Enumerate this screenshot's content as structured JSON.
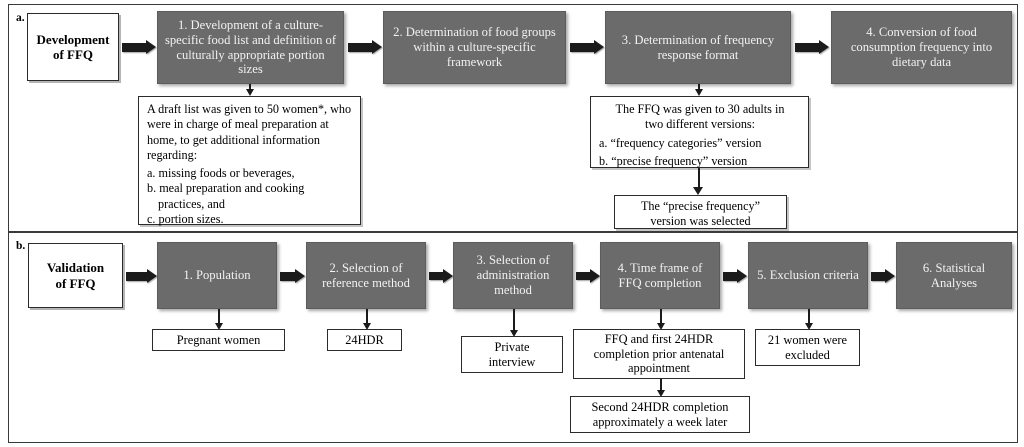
{
  "figure": {
    "panels": [
      {
        "letter": "a.",
        "entry_label": "Development\nof FFQ"
      },
      {
        "letter": "b.",
        "entry_label": "Validation\nof FFQ"
      }
    ]
  },
  "panel_a": {
    "entry": {
      "line1": "Development",
      "line2": "of FFQ"
    },
    "steps": [
      {
        "id": "a1",
        "text": "1. Development of a culture-specific food list and definition of culturally appropriate portion sizes"
      },
      {
        "id": "a2",
        "text": "2. Determination of food groups within a culture-specific framework"
      },
      {
        "id": "a3",
        "text": "3. Determination of frequency response format"
      },
      {
        "id": "a4",
        "text": "4. Conversion of food consumption frequency into dietary data"
      }
    ],
    "note_a1": {
      "paragraph": "A draft list was given to 50 women*, who were in charge of meal preparation at home, to get additional information regarding:",
      "items": [
        "a. missing foods or beverages,",
        "b. meal preparation and cooking",
        "practices, and",
        "c. portion sizes."
      ]
    },
    "note_a3": {
      "paragraph_line1": "The FFQ was given to 30 adults in",
      "paragraph_line2": "two different versions:",
      "items": [
        "a. “frequency categories” version",
        "b. “precise frequency” version"
      ]
    },
    "note_a3_result": {
      "line1": "The “precise frequency”",
      "line2": "version was selected"
    }
  },
  "panel_b": {
    "entry": {
      "line1": "Validation",
      "line2": "of FFQ"
    },
    "steps": [
      {
        "id": "b1",
        "text": "1. Population"
      },
      {
        "id": "b2",
        "text": "2. Selection of reference method"
      },
      {
        "id": "b3",
        "text": "3. Selection of administration method"
      },
      {
        "id": "b4",
        "text": "4. Time frame of FFQ completion"
      },
      {
        "id": "b5",
        "text": "5. Exclusion criteria"
      },
      {
        "id": "b6",
        "text": "6. Statistical Analyses"
      }
    ],
    "notes": [
      {
        "id": "b1-note",
        "text": "Pregnant women"
      },
      {
        "id": "b2-note",
        "text": "24HDR"
      },
      {
        "id": "b3-note",
        "line1": "Private",
        "line2": "interview"
      },
      {
        "id": "b4-note",
        "line1": "FFQ and first 24HDR",
        "line2": "completion prior antenatal",
        "line3": "appointment"
      },
      {
        "id": "b5-note",
        "line1": "21 women were",
        "line2": "excluded"
      },
      {
        "id": "b4-note2",
        "line1": "Second 24HDR  completion",
        "line2": "approximately a week later"
      }
    ]
  },
  "colors": {
    "step_box_fill": "#6b6b6b",
    "step_box_text": "#f2f2f2",
    "note_box_fill": "#ffffff",
    "line": "#1b1b1b",
    "frame": "#3a3a3a"
  }
}
